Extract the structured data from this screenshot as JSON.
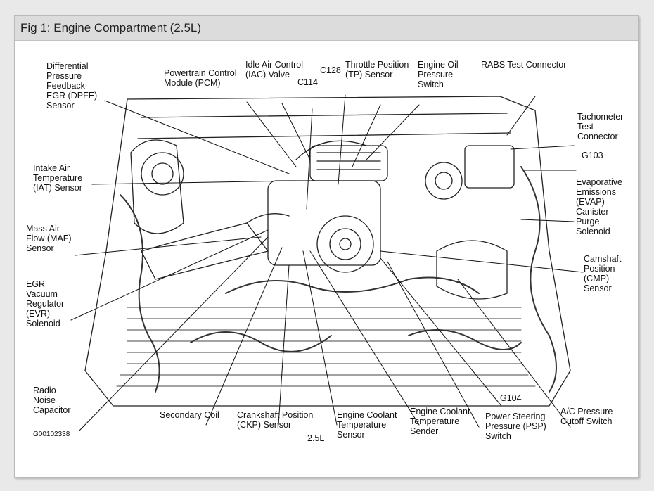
{
  "figure": {
    "title": "Fig 1: Engine Compartment (2.5L)"
  },
  "labels": {
    "dpfe": "Differential\nPressure\nFeedback\nEGR (DPFE)\nSensor",
    "pcm": "Powertrain Control\nModule (PCM)",
    "iac": "Idle Air Control\n(IAC) Valve",
    "c128": "C128",
    "c114": "C114",
    "tp": "Throttle Position\n(TP) Sensor",
    "oil": "Engine Oil\nPressure\nSwitch",
    "rabs": "RABS Test Connector",
    "tach": "Tachometer\nTest\nConnector",
    "g103": "G103",
    "iat": "Intake Air\nTemperature\n(IAT) Sensor",
    "evap": "Evaporative\nEmissions\n(EVAP)\nCanister\nPurge\nSolenoid",
    "maf": "Mass Air\nFlow (MAF)\nSensor",
    "cmp": "Camshaft\nPosition\n(CMP)\nSensor",
    "evr": "EGR\nVacuum\nRegulator\n(EVR)\nSolenoid",
    "g104": "G104",
    "radio": "Radio\nNoise\nCapacitor",
    "coil": "Secondary Coil",
    "ckp": "Crankshaft Position\n(CKP) Sensor",
    "ect_sensor": "Engine Coolant\nTemperature\nSensor",
    "ect_sender": "Engine Coolant\nTemperature\nSender",
    "psp": "Power Steering\nPressure (PSP)\nSwitch",
    "ac": "A/C Pressure\nCutoff Switch",
    "figcode": "G00102338",
    "engine": "2.5L"
  }
}
